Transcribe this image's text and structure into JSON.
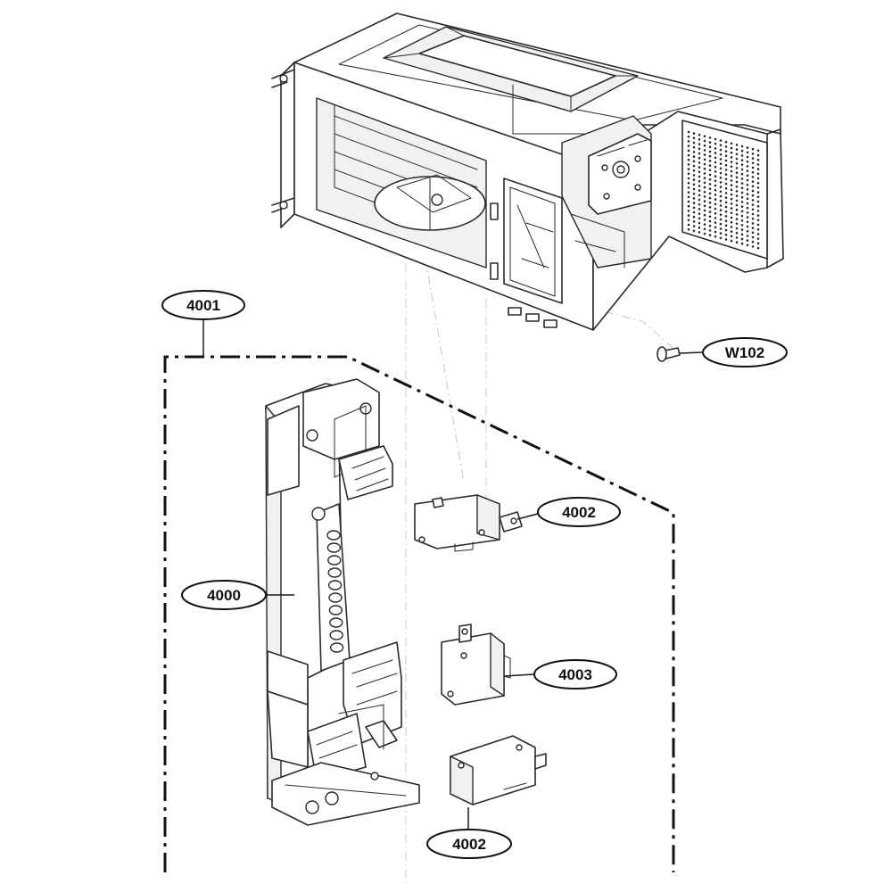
{
  "callouts": {
    "c4001": "4001",
    "cW102": "W102",
    "c4002_top": "4002",
    "c4000": "4000",
    "c4003": "4003",
    "c4002_bottom": "4002"
  }
}
